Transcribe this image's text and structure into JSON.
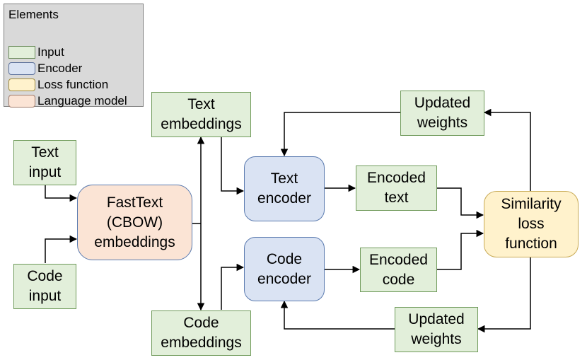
{
  "legend": {
    "title": "Elements",
    "items": [
      {
        "label": "Input",
        "kind": "input"
      },
      {
        "label": "Encoder",
        "kind": "encoder"
      },
      {
        "label": "Loss function",
        "kind": "loss"
      },
      {
        "label": "Language model",
        "kind": "lm"
      }
    ]
  },
  "nodes": {
    "text_input": "Text\ninput",
    "code_input": "Code\ninput",
    "fasttext": "FastText\n(CBOW)\nembeddings",
    "text_embeddings": "Text\nembeddings",
    "code_embeddings": "Code\nembeddings",
    "text_encoder": "Text\nencoder",
    "code_encoder": "Code\nencoder",
    "encoded_text": "Encoded\ntext",
    "encoded_code": "Encoded\ncode",
    "updated_weights_top": "Updated\nweights",
    "updated_weights_bottom": "Updated\nweights",
    "similarity": "Similarity\nloss\nfunction"
  },
  "colors": {
    "input": "#e2efda",
    "encoder": "#dae3f3",
    "loss": "#fff2cc",
    "language_model": "#fbe4d5"
  }
}
